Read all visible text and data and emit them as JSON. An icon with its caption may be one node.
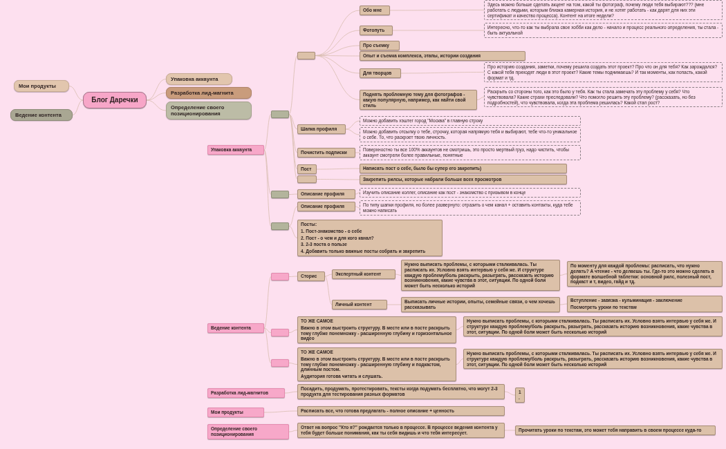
{
  "diagram": {
    "nodes": [
      {
        "text": [
          "Блог Даречки"
        ]
      },
      {
        "text": [
          "Мои продукты"
        ]
      },
      {
        "text": [
          "Ведение контента"
        ]
      },
      {
        "text": [
          "Упаковка аккаунта"
        ]
      },
      {
        "text": [
          "Разработка лид-магнита"
        ]
      },
      {
        "text": [
          "Определение своего позиционирования"
        ]
      },
      {
        "text": [
          "Упаковка аккаунта"
        ]
      },
      {
        "text": [],
        "shape": "box"
      },
      {
        "text": [],
        "shape": "box"
      },
      {
        "text": [
          "Обо мне"
        ]
      },
      {
        "text": [
          "Здесь можно больше сделать акцент на том, какой ты фотограф, почему люди тебя выбирают??? (мне работать с людьми, которым близка камерная история, и не хотят работать - как дарят для них эти сертификат и качество процесса). Контент на итоге недели?"
        ]
      },
      {
        "text": [
          "Фотопуть"
        ]
      },
      {
        "text": [
          "Интересно, что-то как ты выбрала свое хобби как дело - начало и процесс реального определения, ты стала - быть актуальной"
        ]
      },
      {
        "text": [
          "Про съемку"
        ]
      },
      {
        "text": [
          "Опыт и съемка комплекса, этапы, истории создания"
        ]
      },
      {
        "text": [
          "Для творцов"
        ]
      },
      {
        "text": [
          "Про историю создания, заметки, почему решила создать этот проект? Про что он для тебя? Как зарождался? С какой тебя приходят люди в этот проект? Какие темы поднимаешь? И так моменты, как попасть, какой формат и тд."
        ]
      },
      {
        "text": [
          "Поднять проблемную тему для фотографов - какую популярную, например, как найти свой стиль"
        ]
      },
      {
        "text": [
          "Раскрыть со стороны того, как это было у тебя. Как ты стала замечать эту проблему у себя? Что чувствовала? Какие страхи преследовали? Что помогло решить эту проблему? (рассказать, но без подробностей), что чувствовала, когда эта проблема решилась? Какой стал рост?"
        ]
      },
      {
        "text": [
          "Шапка профиля"
        ]
      },
      {
        "text": [
          "Можно добавить хэштег город \"Москва\" в главную строку"
        ]
      },
      {
        "text": [
          "Можно добавить отсылку о тебе, строчку, которая напрямую тебя и выбирают, тебе что-то уникальное о себе. То, что раскроет твою личность."
        ]
      },
      {
        "text": [
          "Почистить подписки"
        ]
      },
      {
        "text": [
          "Поверхностно ты все 100% аккаунтов не смотришь, это просто мертвый груз, надо чистить, чтобы аккаунт смотрели более правильные, понятные"
        ]
      },
      {
        "text": [
          "Пост"
        ]
      },
      {
        "text": [
          "Написать пост о себе, было бы супер его закрепить)"
        ]
      },
      {
        "text": [],
        "shape": "box"
      },
      {
        "text": [
          "Закрепить рилсы, которые набрали больше всех просмотров"
        ]
      },
      {
        "text": [],
        "shape": "box"
      },
      {
        "text": [
          "Описание профиля"
        ]
      },
      {
        "text": [
          "Изучить описание коллег, описание как пост - знакомство с призывом в конце"
        ]
      },
      {
        "text": [],
        "shape": "box"
      },
      {
        "text": [
          "Описание профиля"
        ]
      },
      {
        "text": [
          "По типу шапки профиля, но более развернуто: отразить о чем канал + оставить контакты, куда тебе можно написать"
        ]
      },
      {
        "text": [
          "Посты:",
          "1. Пост-знакомство - о себе",
          "2. Пост - о чем и для кого канал?",
          "3. 2-3 поста о пользе",
          "4. Добавить только важные посты собрать и закрепить"
        ]
      },
      {
        "text": [
          "Ведение контента"
        ]
      },
      {
        "text": [],
        "shape": "box"
      },
      {
        "text": [
          "Сторис"
        ]
      },
      {
        "text": [
          "Экспертный контент"
        ]
      },
      {
        "text": [
          "Нужно выписать проблемы, с которыми сталкивалась. Ты расписать их. Условно взять интервью у себя же. И структуре каждую проблему/боль раскрыть, разыграть, рассказать историю возникновения, какие чувства в этот, ситуации. По одной боли может быть несколько историй"
        ]
      },
      {
        "text": [
          "По моменту для каждой проблемы: расписать, что нужно делать? А чтение - что делаешь ты. Где-то это можно сделать в формате волшебной таблетки: основной рилс, полезный пост, подкаст и т, видео, гайд и тд."
        ]
      },
      {
        "text": [
          "Личный контент"
        ]
      },
      {
        "text": [
          "Выписать личные истории, опыты, семейные связи, о чем хочешь рассказывать"
        ]
      },
      {
        "text": [
          "Вступление - завязка - кульминация - заключение",
          "Посмотреть уроки по текстам"
        ]
      },
      {
        "text": [],
        "shape": "box"
      },
      {
        "text": [
          "ТО ЖЕ САМОЕ",
          "Важно в этом выстроить структуру. В месте или в посте раскрыть тему глубже понемножку - расширенную глубину и горизонтальное видео"
        ]
      },
      {
        "text": [
          "Нужно выписать проблемы, с которыми сталкивалась. Ты расписать их. Условно взять интервью у себя же. И структуре каждую проблему/боль раскрыть, разыграть, рассказать историю возникновения, какие чувства в этот, ситуации. По одной боли может быть несколько историй"
        ]
      },
      {
        "text": [],
        "shape": "box"
      },
      {
        "text": [
          "ТО ЖЕ САМОЕ",
          "Важно в этом выстроить структуру. В месте или в посте раскрыть тему глубже понемножку - расширенную глубину и подкастом, длинным постом.",
          "Аудитория готова читать и слушать."
        ]
      },
      {
        "text": [
          "Нужно выписать проблемы, с которыми сталкивалась. Ты расписать их. Условно взять интервью у себя же. И структуре каждую проблему/боль раскрыть, разыграть, рассказать историю возникновения, какие чувства в этот, ситуации. По одной боли может быть несколько историй"
        ]
      },
      {
        "text": [
          "Разработка лид-магнитов"
        ]
      },
      {
        "text": [
          "Посадить, продумать, протестировать, тексты когда подумать бесплатно, что могут 2-3 продукта для тестирования разных форматов"
        ]
      },
      {
        "text": [
          "1."
        ]
      },
      {
        "text": [
          "Мои продукты"
        ]
      },
      {
        "text": [
          "Расписать все, что готова предлагать - полное описание + ценность"
        ]
      },
      {
        "text": [
          "Определение своего позиционирования"
        ]
      },
      {
        "text": [
          "Ответ на вопрос \"Кто я?\" рождается только в процессе. В процессе ведения контента у тебя будет больше понимания, как ты себя видишь и что тебя интересует."
        ]
      },
      {
        "text": [
          "Прочитать уроки по текстам, это может тебя направить в своем процессе куда-то"
        ]
      }
    ],
    "edges": [
      {
        "from": 0,
        "to": 1,
        "arrow": "none"
      },
      {
        "from": 0,
        "to": 2,
        "arrow": "none"
      },
      {
        "from": 0,
        "to": 3,
        "arrow": "none"
      },
      {
        "from": 0,
        "to": 4,
        "arrow": "none"
      },
      {
        "from": 0,
        "to": 5,
        "arrow": "none"
      },
      {
        "from": 6,
        "to": 7,
        "arrow": "none"
      },
      {
        "from": 7,
        "to": 8,
        "arrow": "none"
      },
      {
        "from": 8,
        "to": 9,
        "arrow": "none"
      },
      {
        "from": 9,
        "to": 10,
        "arrow": "none"
      },
      {
        "from": 8,
        "to": 11,
        "arrow": "none"
      },
      {
        "from": 11,
        "to": 12,
        "arrow": "none"
      },
      {
        "from": 8,
        "to": 13,
        "arrow": "none"
      },
      {
        "from": 8,
        "to": 14,
        "arrow": "none"
      },
      {
        "from": 8,
        "to": 15,
        "arrow": "none"
      },
      {
        "from": 15,
        "to": 16,
        "arrow": "none"
      },
      {
        "from": 8,
        "to": 17,
        "arrow": "none"
      },
      {
        "from": 17,
        "to": 18,
        "arrow": "none"
      },
      {
        "from": 7,
        "to": 19,
        "arrow": "none"
      },
      {
        "from": 19,
        "to": 20,
        "arrow": "none"
      },
      {
        "from": 19,
        "to": 21,
        "arrow": "none"
      },
      {
        "from": 7,
        "to": 22,
        "arrow": "none"
      },
      {
        "from": 22,
        "to": 23,
        "arrow": "none"
      },
      {
        "from": 7,
        "to": 24,
        "arrow": "none"
      },
      {
        "from": 24,
        "to": 25,
        "arrow": "none"
      },
      {
        "from": 7,
        "to": 26,
        "arrow": "none"
      },
      {
        "from": 26,
        "to": 27,
        "arrow": "none"
      },
      {
        "from": 6,
        "to": 28,
        "arrow": "none"
      },
      {
        "from": 28,
        "to": 29,
        "arrow": "none"
      },
      {
        "from": 29,
        "to": 30,
        "arrow": "none"
      },
      {
        "from": 6,
        "to": 31,
        "arrow": "none"
      },
      {
        "from": 31,
        "to": 32,
        "arrow": "none"
      },
      {
        "from": 32,
        "to": 33,
        "arrow": "none"
      },
      {
        "from": 31,
        "to": 34,
        "arrow": "none"
      },
      {
        "from": 35,
        "to": 36,
        "arrow": "none"
      },
      {
        "from": 36,
        "to": 37,
        "arrow": "none"
      },
      {
        "from": 37,
        "to": 38,
        "arrow": "none"
      },
      {
        "from": 38,
        "to": 39,
        "arrow": "none"
      },
      {
        "from": 39,
        "to": 40,
        "arrow": "none"
      },
      {
        "from": 37,
        "to": 41,
        "arrow": "none"
      },
      {
        "from": 41,
        "to": 42,
        "arrow": "none"
      },
      {
        "from": 42,
        "to": 43,
        "arrow": "none"
      },
      {
        "from": 35,
        "to": 44,
        "arrow": "none"
      },
      {
        "from": 44,
        "to": 45,
        "arrow": "none"
      },
      {
        "from": 45,
        "to": 46,
        "arrow": "none"
      },
      {
        "from": 35,
        "to": 47,
        "arrow": "none"
      },
      {
        "from": 47,
        "to": 48,
        "arrow": "none"
      },
      {
        "from": 48,
        "to": 49,
        "arrow": "none"
      },
      {
        "from": 50,
        "to": 51,
        "arrow": "none"
      },
      {
        "from": 51,
        "to": 52,
        "arrow": "none"
      },
      {
        "from": 53,
        "to": 54,
        "arrow": "none"
      },
      {
        "from": 55,
        "to": 56,
        "arrow": "none"
      },
      {
        "from": 56,
        "to": 57,
        "arrow": "none"
      }
    ]
  }
}
